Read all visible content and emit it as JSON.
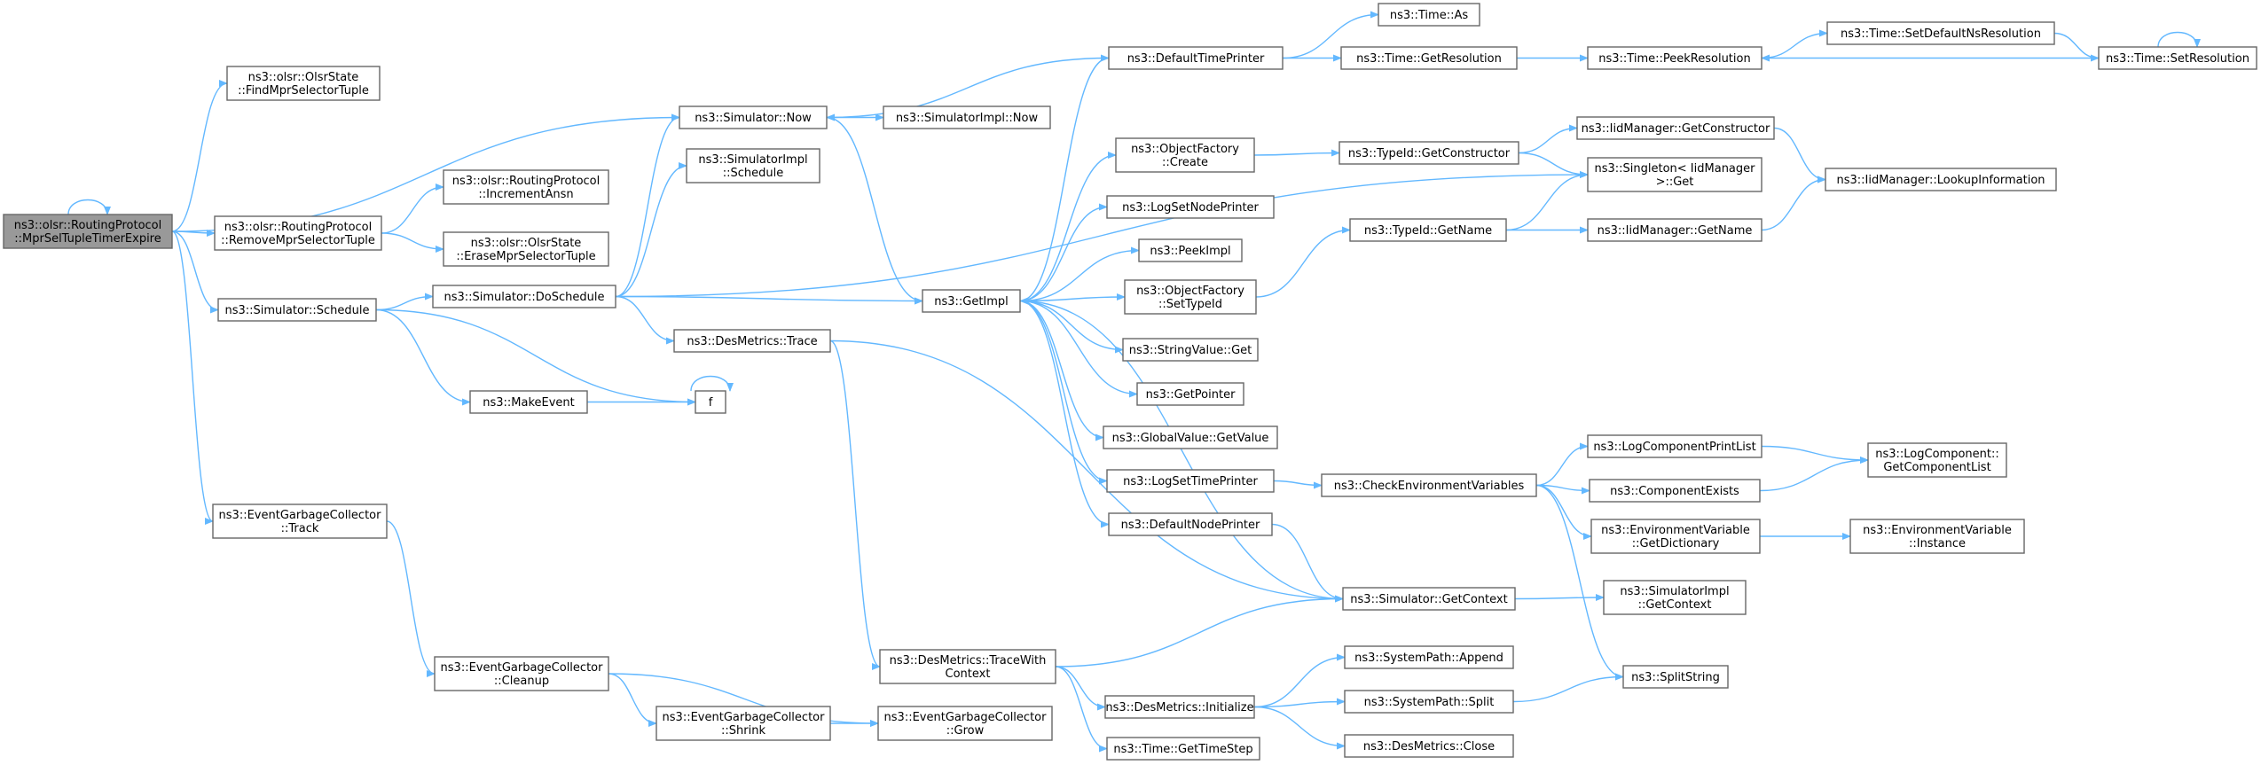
{
  "graph": {
    "nodes": [
      {
        "id": "root",
        "lines": [
          "ns3::olsr::RoutingProtocol",
          "::MprSelTupleTimerExpire"
        ],
        "root": true
      },
      {
        "id": "findMpr",
        "lines": [
          "ns3::olsr::OlsrState",
          "::FindMprSelectorTuple"
        ]
      },
      {
        "id": "simNow",
        "lines": [
          "ns3::Simulator::Now"
        ]
      },
      {
        "id": "removeMpr",
        "lines": [
          "ns3::olsr::RoutingProtocol",
          "::RemoveMprSelectorTuple"
        ]
      },
      {
        "id": "incAnsn",
        "lines": [
          "ns3::olsr::RoutingProtocol",
          "::IncrementAnsn"
        ]
      },
      {
        "id": "eraseMpr",
        "lines": [
          "ns3::olsr::OlsrState",
          "::EraseMprSelectorTuple"
        ]
      },
      {
        "id": "simSchedule",
        "lines": [
          "ns3::Simulator::Schedule"
        ]
      },
      {
        "id": "implSchedule",
        "lines": [
          "ns3::SimulatorImpl",
          "::Schedule"
        ]
      },
      {
        "id": "doSchedule",
        "lines": [
          "ns3::Simulator::DoSchedule"
        ]
      },
      {
        "id": "desTrace",
        "lines": [
          "ns3::DesMetrics::Trace"
        ]
      },
      {
        "id": "makeEvent",
        "lines": [
          "ns3::MakeEvent"
        ]
      },
      {
        "id": "f",
        "lines": [
          "f"
        ]
      },
      {
        "id": "egcTrack",
        "lines": [
          "ns3::EventGarbageCollector",
          "::Track"
        ]
      },
      {
        "id": "egcCleanup",
        "lines": [
          "ns3::EventGarbageCollector",
          "::Cleanup"
        ]
      },
      {
        "id": "egcShrink",
        "lines": [
          "ns3::EventGarbageCollector",
          "::Shrink"
        ]
      },
      {
        "id": "egcGrow",
        "lines": [
          "ns3::EventGarbageCollector",
          "::Grow"
        ]
      },
      {
        "id": "traceWith",
        "lines": [
          "ns3::DesMetrics::TraceWith",
          "Context"
        ]
      },
      {
        "id": "implNow",
        "lines": [
          "ns3::SimulatorImpl::Now"
        ]
      },
      {
        "id": "getImpl",
        "lines": [
          "ns3::GetImpl"
        ]
      },
      {
        "id": "defTimePrinter",
        "lines": [
          "ns3::DefaultTimePrinter"
        ]
      },
      {
        "id": "timeAs",
        "lines": [
          "ns3::Time::As"
        ]
      },
      {
        "id": "getRes",
        "lines": [
          "ns3::Time::GetResolution"
        ]
      },
      {
        "id": "peekRes",
        "lines": [
          "ns3::Time::PeekResolution"
        ]
      },
      {
        "id": "setDefNs",
        "lines": [
          "ns3::Time::SetDefaultNsResolution"
        ]
      },
      {
        "id": "setRes",
        "lines": [
          "ns3::Time::SetResolution"
        ]
      },
      {
        "id": "ofCreate",
        "lines": [
          "ns3::ObjectFactory",
          "::Create"
        ]
      },
      {
        "id": "getCtor",
        "lines": [
          "ns3::TypeId::GetConstructor"
        ]
      },
      {
        "id": "iidGetCtor",
        "lines": [
          "ns3::IidManager::GetConstructor"
        ]
      },
      {
        "id": "singleton",
        "lines": [
          "ns3::Singleton< IidManager",
          ">::Get"
        ]
      },
      {
        "id": "lookup",
        "lines": [
          "ns3::IidManager::LookupInformation"
        ]
      },
      {
        "id": "logSetNode",
        "lines": [
          "ns3::LogSetNodePrinter"
        ]
      },
      {
        "id": "peekImpl",
        "lines": [
          "ns3::PeekImpl"
        ]
      },
      {
        "id": "typeGetName",
        "lines": [
          "ns3::TypeId::GetName"
        ]
      },
      {
        "id": "iidGetName",
        "lines": [
          "ns3::IidManager::GetName"
        ]
      },
      {
        "id": "ofSetType",
        "lines": [
          "ns3::ObjectFactory",
          "::SetTypeId"
        ]
      },
      {
        "id": "strGet",
        "lines": [
          "ns3::StringValue::Get"
        ]
      },
      {
        "id": "getPointer",
        "lines": [
          "ns3::GetPointer"
        ]
      },
      {
        "id": "gvGetValue",
        "lines": [
          "ns3::GlobalValue::GetValue"
        ]
      },
      {
        "id": "logSetTime",
        "lines": [
          "ns3::LogSetTimePrinter"
        ]
      },
      {
        "id": "checkEnv",
        "lines": [
          "ns3::CheckEnvironmentVariables"
        ]
      },
      {
        "id": "logCompPrint",
        "lines": [
          "ns3::LogComponentPrintList"
        ]
      },
      {
        "id": "logCompList",
        "lines": [
          "ns3::LogComponent::",
          "GetComponentList"
        ]
      },
      {
        "id": "compExists",
        "lines": [
          "ns3::ComponentExists"
        ]
      },
      {
        "id": "envGetDict",
        "lines": [
          "ns3::EnvironmentVariable",
          "::GetDictionary"
        ]
      },
      {
        "id": "envInst",
        "lines": [
          "ns3::EnvironmentVariable",
          "::Instance"
        ]
      },
      {
        "id": "defNodePrinter",
        "lines": [
          "ns3::DefaultNodePrinter"
        ]
      },
      {
        "id": "simGetCtx",
        "lines": [
          "ns3::Simulator::GetContext"
        ]
      },
      {
        "id": "implGetCtx",
        "lines": [
          "ns3::SimulatorImpl",
          "::GetContext"
        ]
      },
      {
        "id": "splitString",
        "lines": [
          "ns3::SplitString"
        ]
      },
      {
        "id": "spAppend",
        "lines": [
          "ns3::SystemPath::Append"
        ]
      },
      {
        "id": "desInit",
        "lines": [
          "ns3::DesMetrics::Initialize"
        ]
      },
      {
        "id": "spSplit",
        "lines": [
          "ns3::SystemPath::Split"
        ]
      },
      {
        "id": "desClose",
        "lines": [
          "ns3::DesMetrics::Close"
        ]
      },
      {
        "id": "getTimeStep",
        "lines": [
          "ns3::Time::GetTimeStep"
        ]
      }
    ]
  }
}
